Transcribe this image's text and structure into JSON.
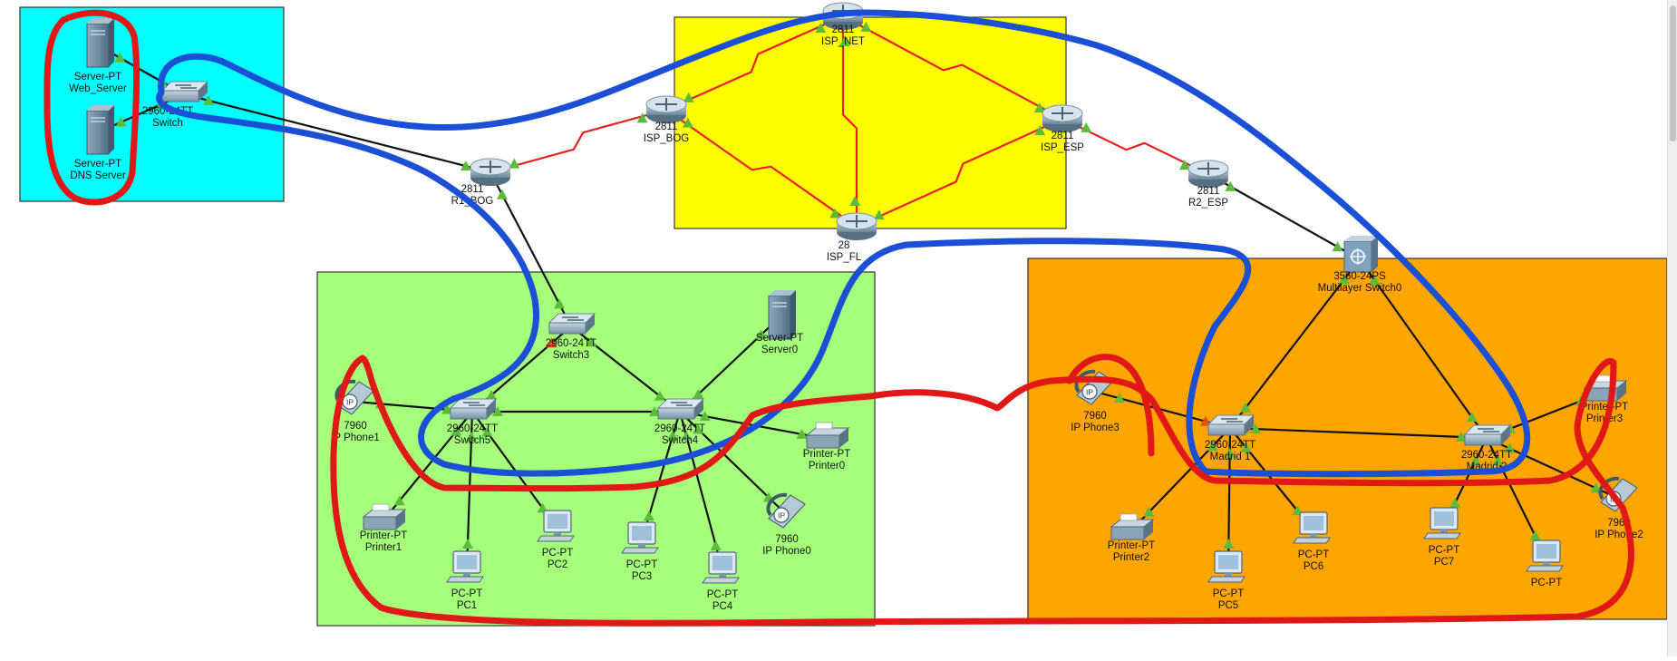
{
  "colors": {
    "zone_cyan": "#00ffff",
    "zone_yellow": "#ffff00",
    "zone_green": "#a6ff7a",
    "zone_orange": "#ffa500",
    "serial_link": "#e82020",
    "ethernet_link": "#111111",
    "annotation_blue": "#1a4fd6",
    "annotation_red": "#e01818",
    "port_up": "#5dbb3b",
    "port_down": "#e05010"
  },
  "devices": [
    {
      "id": "web_server",
      "type": "server",
      "icon": "server-icon",
      "model": "Server-PT",
      "name": "Web_Server"
    },
    {
      "id": "dns_server",
      "type": "server",
      "icon": "server-icon",
      "model": "Server-PT",
      "name": "DNS Server"
    },
    {
      "id": "switch_dc",
      "type": "switch",
      "icon": "switch-icon",
      "model": "2960-24TT",
      "name": "Switch"
    },
    {
      "id": "isp_net",
      "type": "router",
      "icon": "router-icon",
      "model": "2811",
      "name": "ISP_NET"
    },
    {
      "id": "isp_bog",
      "type": "router",
      "icon": "router-icon",
      "model": "2811",
      "name": "ISP_BOG"
    },
    {
      "id": "isp_esp",
      "type": "router",
      "icon": "router-icon",
      "model": "2811",
      "name": "ISP_ESP"
    },
    {
      "id": "isp_fl",
      "type": "router",
      "icon": "router-icon",
      "model": "28",
      "name": "ISP_FL"
    },
    {
      "id": "r1_bog",
      "type": "router",
      "icon": "router-icon",
      "model": "2811",
      "name": "R1_BOG"
    },
    {
      "id": "r2_esp",
      "type": "router",
      "icon": "router-icon",
      "model": "2811",
      "name": "R2_ESP"
    },
    {
      "id": "mls0",
      "type": "mlswitch",
      "icon": "multilayer-switch-icon",
      "model": "3550-24PS",
      "name": "Multilayer Switch0"
    },
    {
      "id": "switch3",
      "type": "switch",
      "icon": "switch-icon",
      "model": "2960-24TT",
      "name": "Switch3"
    },
    {
      "id": "switch5",
      "type": "switch",
      "icon": "switch-icon",
      "model": "2960-24TT",
      "name": "Switch5"
    },
    {
      "id": "switch4",
      "type": "switch",
      "icon": "switch-icon",
      "model": "2960-24TT",
      "name": "Switch4"
    },
    {
      "id": "server0",
      "type": "server",
      "icon": "server-icon",
      "model": "Server-PT",
      "name": "Server0"
    },
    {
      "id": "ipphone1",
      "type": "phone",
      "icon": "ip-phone-icon",
      "model": "7960",
      "name": "IP Phone1"
    },
    {
      "id": "printer0",
      "type": "printer",
      "icon": "printer-icon",
      "model": "Printer-PT",
      "name": "Printer0"
    },
    {
      "id": "printer1",
      "type": "printer",
      "icon": "printer-icon",
      "model": "Printer-PT",
      "name": "Printer1"
    },
    {
      "id": "pc1",
      "type": "pc",
      "icon": "pc-icon",
      "model": "PC-PT",
      "name": "PC1"
    },
    {
      "id": "pc2",
      "type": "pc",
      "icon": "pc-icon",
      "model": "PC-PT",
      "name": "PC2"
    },
    {
      "id": "pc3",
      "type": "pc",
      "icon": "pc-icon",
      "model": "PC-PT",
      "name": "PC3"
    },
    {
      "id": "pc4",
      "type": "pc",
      "icon": "pc-icon",
      "model": "PC-PT",
      "name": "PC4"
    },
    {
      "id": "ipphone0",
      "type": "phone",
      "icon": "ip-phone-icon",
      "model": "7960",
      "name": "IP Phone0"
    },
    {
      "id": "ipphone3",
      "type": "phone",
      "icon": "ip-phone-icon",
      "model": "7960",
      "name": "IP Phone3"
    },
    {
      "id": "madrid1",
      "type": "switch",
      "icon": "switch-icon",
      "model": "2960-24TT",
      "name": "Madrid 1"
    },
    {
      "id": "madrid2",
      "type": "switch",
      "icon": "switch-icon",
      "model": "2960-24TT",
      "name": "Madrid 2"
    },
    {
      "id": "printer3",
      "type": "printer",
      "icon": "printer-icon",
      "model": "Printer-PT",
      "name": "Printer3"
    },
    {
      "id": "ipphone2",
      "type": "phone",
      "icon": "ip-phone-icon",
      "model": "7960",
      "name": "IP Phone2"
    },
    {
      "id": "printer2",
      "type": "printer",
      "icon": "printer-icon",
      "model": "Printer-PT",
      "name": "Printer2"
    },
    {
      "id": "pc5",
      "type": "pc",
      "icon": "pc-icon",
      "model": "PC-PT",
      "name": "PC5"
    },
    {
      "id": "pc6",
      "type": "pc",
      "icon": "pc-icon",
      "model": "PC-PT",
      "name": "PC6"
    },
    {
      "id": "pc7",
      "type": "pc",
      "icon": "pc-icon",
      "model": "PC-PT",
      "name": "PC7"
    },
    {
      "id": "pc8",
      "type": "pc",
      "icon": "pc-icon",
      "model": "PC-PT",
      "name": ""
    }
  ],
  "links": [
    {
      "from": "web_server",
      "to": "switch_dc",
      "kind": "ethernet"
    },
    {
      "from": "dns_server",
      "to": "switch_dc",
      "kind": "ethernet"
    },
    {
      "from": "switch_dc",
      "to": "r1_bog",
      "kind": "ethernet"
    },
    {
      "from": "r1_bog",
      "to": "isp_bog",
      "kind": "serial"
    },
    {
      "from": "isp_bog",
      "to": "isp_net",
      "kind": "serial"
    },
    {
      "from": "isp_net",
      "to": "isp_esp",
      "kind": "serial"
    },
    {
      "from": "isp_net",
      "to": "isp_fl",
      "kind": "serial"
    },
    {
      "from": "isp_bog",
      "to": "isp_fl",
      "kind": "serial"
    },
    {
      "from": "isp_fl",
      "to": "isp_esp",
      "kind": "serial"
    },
    {
      "from": "isp_esp",
      "to": "r2_esp",
      "kind": "serial"
    },
    {
      "from": "r2_esp",
      "to": "mls0",
      "kind": "ethernet"
    },
    {
      "from": "r1_bog",
      "to": "switch3",
      "kind": "ethernet"
    },
    {
      "from": "switch3",
      "to": "switch5",
      "kind": "ethernet"
    },
    {
      "from": "switch3",
      "to": "switch4",
      "kind": "ethernet"
    },
    {
      "from": "switch5",
      "to": "switch4",
      "kind": "ethernet"
    },
    {
      "from": "server0",
      "to": "switch4",
      "kind": "ethernet"
    },
    {
      "from": "ipphone1",
      "to": "switch5",
      "kind": "ethernet"
    },
    {
      "from": "switch5",
      "to": "printer1",
      "kind": "ethernet"
    },
    {
      "from": "switch5",
      "to": "pc1",
      "kind": "ethernet"
    },
    {
      "from": "switch5",
      "to": "pc2",
      "kind": "ethernet"
    },
    {
      "from": "switch4",
      "to": "pc3",
      "kind": "ethernet"
    },
    {
      "from": "switch4",
      "to": "pc4",
      "kind": "ethernet"
    },
    {
      "from": "switch4",
      "to": "printer0",
      "kind": "ethernet"
    },
    {
      "from": "switch4",
      "to": "ipphone0",
      "kind": "ethernet"
    },
    {
      "from": "mls0",
      "to": "madrid1",
      "kind": "ethernet"
    },
    {
      "from": "mls0",
      "to": "madrid2",
      "kind": "ethernet"
    },
    {
      "from": "madrid1",
      "to": "madrid2",
      "kind": "ethernet"
    },
    {
      "from": "ipphone3",
      "to": "madrid1",
      "kind": "ethernet"
    },
    {
      "from": "madrid1",
      "to": "printer2",
      "kind": "ethernet"
    },
    {
      "from": "madrid1",
      "to": "pc5",
      "kind": "ethernet"
    },
    {
      "from": "madrid1",
      "to": "pc6",
      "kind": "ethernet"
    },
    {
      "from": "madrid2",
      "to": "printer3",
      "kind": "ethernet"
    },
    {
      "from": "madrid2",
      "to": "ipphone2",
      "kind": "ethernet"
    },
    {
      "from": "madrid2",
      "to": "pc7",
      "kind": "ethernet"
    },
    {
      "from": "madrid2",
      "to": "pc8",
      "kind": "ethernet"
    }
  ]
}
